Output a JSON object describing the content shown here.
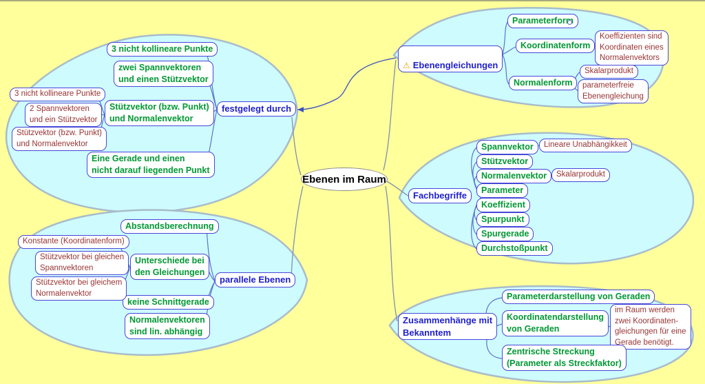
{
  "icons": {
    "warning": "⚠"
  },
  "colors": {
    "background": "#FFFF9C",
    "cloud_fill": "#CEFBFE",
    "cloud_border": "#A8BCCA",
    "node_border": "#4646D8",
    "topic_text": "#2020CC",
    "subtopic_text": "#009933",
    "detail_text": "#993333",
    "root_text": "#000000",
    "edge": "#7E90AC",
    "link_arrow": "#3A4FC0"
  },
  "map": {
    "root": {
      "label": "Ebenen im Raum"
    },
    "branches": [
      {
        "label": "festgelegt durch",
        "children": [
          {
            "label": "3 nicht kollineare Punkte"
          },
          {
            "label": "zwei Spannvektoren\nund einen Stützvektor"
          },
          {
            "label": "Stützvektor (bzw. Punkt)\nund Normalenvektor",
            "children": [
              {
                "label": "3 nicht kollineare Punkte"
              },
              {
                "label": "2 Spannvektoren\nund ein Stützvektor"
              },
              {
                "label": "Stützvektor (bzw. Punkt)\nund Normalenvektor"
              }
            ]
          },
          {
            "label": "Eine Gerade und einen\nnicht darauf liegenden Punkt"
          }
        ]
      },
      {
        "label": "Ebenengleichungen",
        "icon": "warning",
        "children": [
          {
            "label": "Parameterform",
            "collapsed": true
          },
          {
            "label": "Koordinatenform",
            "children": [
              {
                "label": "Koeffizienten sind\nKoordinaten eines\nNormalenvektors"
              }
            ]
          },
          {
            "label": "Normalenform",
            "children": [
              {
                "label": "Skalarprodukt"
              },
              {
                "label": "parameterfreie\nEbenengleichung"
              }
            ]
          }
        ]
      },
      {
        "label": "Fachbegriffe",
        "children": [
          {
            "label": "Spannvektor",
            "children": [
              {
                "label": "Lineare Unabhängikkeit"
              }
            ]
          },
          {
            "label": "Stützvektor"
          },
          {
            "label": "Normalenvektor",
            "children": [
              {
                "label": "Skalarprodukt"
              }
            ]
          },
          {
            "label": "Parameter"
          },
          {
            "label": "Koeffizient"
          },
          {
            "label": "Spurpunkt"
          },
          {
            "label": "Spurgerade"
          },
          {
            "label": "Durchstoßpunkt"
          }
        ]
      },
      {
        "label": "parallele Ebenen",
        "children": [
          {
            "label": "Abstandsberechnung"
          },
          {
            "label": "Unterschiede bei\nden Gleichungen",
            "children": [
              {
                "label": "Konstante (Koordinatenform)"
              },
              {
                "label": "Stützvektor bei gleichen\nSpannvektoren"
              },
              {
                "label": "Stützvektor bei gleichem\nNormalenvektor"
              }
            ]
          },
          {
            "label": "keine Schnittgerade"
          },
          {
            "label": "Normalenvektoren\nsind lin. abhängig"
          }
        ]
      },
      {
        "label": "Zusammenhänge mit\nBekanntem",
        "children": [
          {
            "label": "Parameterdarstellung von Geraden"
          },
          {
            "label": "Koordinatendarstellung\nvon Geraden",
            "children": [
              {
                "label": "im Raum werden\nzwei Koordinaten-\ngleichungen für eine\nGerade benötigt."
              }
            ]
          },
          {
            "label": "Zentrische Streckung\n(Parameter als Streckfaktor)"
          }
        ]
      }
    ]
  }
}
